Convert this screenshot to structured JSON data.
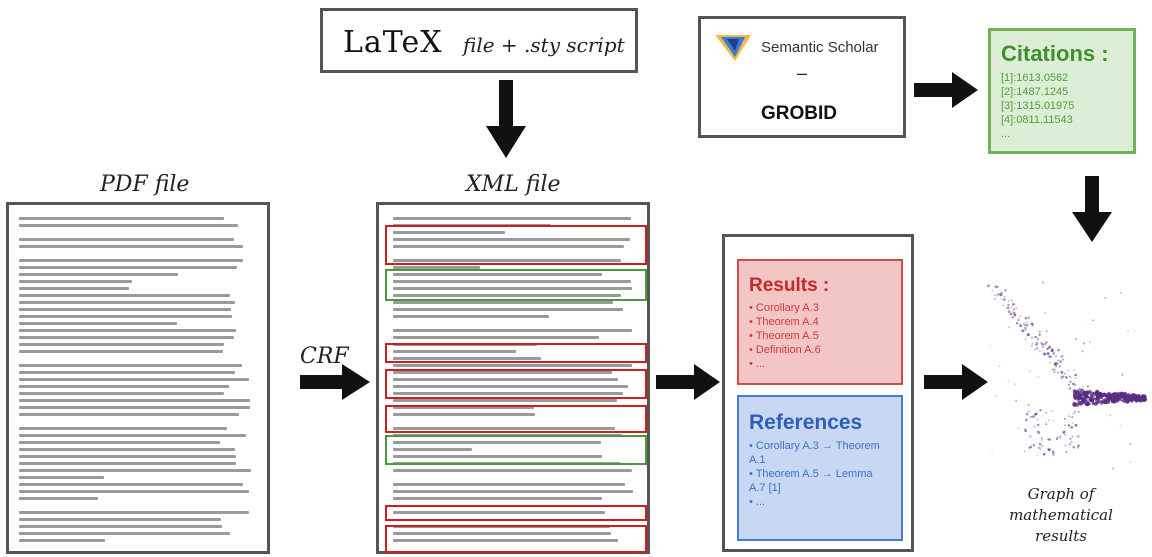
{
  "latex_box": {
    "latex_logo": "LaTeX",
    "text": "file + .sty script"
  },
  "grobid_box": {
    "semantic_scholar": "Semantic Scholar",
    "dash": "–",
    "grobid": "GROBID"
  },
  "citations": {
    "title": "Citations :",
    "items": [
      "[1]:1613.0562",
      "[2]:1487.1245",
      "[3]:1315.01975",
      "[4]:0811.11543",
      "..."
    ],
    "color_bg": "#dcefd6",
    "color_border": "#6fb25a"
  },
  "pdf": {
    "label": "PDF file"
  },
  "xml": {
    "label": "XML file"
  },
  "crf": {
    "label": "CRF"
  },
  "results": {
    "title": "Results :",
    "items": [
      "• Corollary A.3",
      "• Theorem A.4",
      "• Theorem A.5",
      "• Definition A.6",
      "• ..."
    ],
    "color_bg": "#f3c6c6",
    "color_border": "#d24b4b"
  },
  "references": {
    "title": "References",
    "items": [
      "• Corollary A.3 → Theorem",
      "A.1",
      "• Theorem A.5 → Lemma",
      "A.7 [1]",
      "• ..."
    ],
    "color_bg": "#c9d8f2",
    "color_border": "#4a7bd1"
  },
  "graph": {
    "label_line1": "Graph of",
    "label_line2": "mathematical",
    "label_line3": "results"
  }
}
